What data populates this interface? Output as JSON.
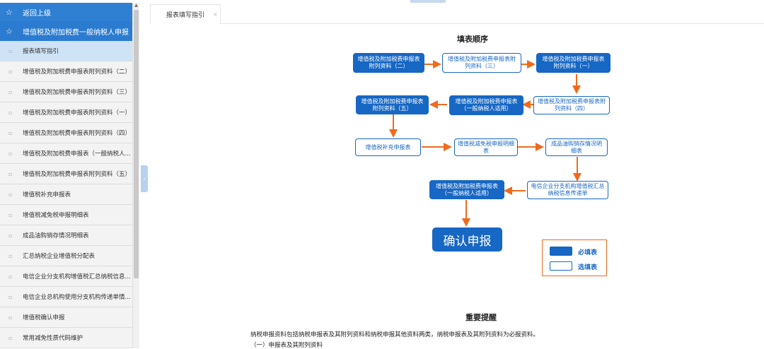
{
  "sidebar": {
    "back_label": "返回上级",
    "section_label": "增值税及附加税费一般纳税人申报",
    "items": [
      "报表填写指引",
      "增值税及附加税费申报表附列资料（二）",
      "增值税及附加税费申报表附列资料（三）",
      "增值税及附加税费申报表附列资料（一）",
      "增值税及附加税费申报表附列资料（四）",
      "增值税及附加税费申报表（一般纳税人...",
      "增值税及附加税费申报表附列资料（五）",
      "增值税补充申报表",
      "增值税减免税申报明细表",
      "成品油购销存情况明细表",
      "汇总纳税企业增值税分配表",
      "电信企业分支机构增值税汇总纳税信息...",
      "电信企业总机构使用分支机构传递单情...",
      "增值税确认申报",
      "常用减免性质代码维护"
    ]
  },
  "tabs": [
    {
      "label": "报表填写指引",
      "close": "×"
    }
  ],
  "flow": {
    "title": "填表顺序",
    "box1": "增值税及附加税费申报表附列资料（二）",
    "box2": "增值税及附加税费申报表附列资料（三）",
    "box3": "增值税及附加税费申报表附列资料（一）",
    "box4": "增值税及附加税费申报表附列资料（五）",
    "box5": "增值税及附加税费申报表（一般纳税人适用）",
    "box6": "增值税及附加税费申报表附列资料（四）",
    "box7": "增值税补充申报表",
    "box8": "增值税减免税申报明细表",
    "box9": "成品油购销存情况明细表",
    "box10": "增值税及附加税费申报表（一般纳税人适用）",
    "box11": "电信企业分支机构增值税汇总纳税信息传递单",
    "confirm": "确认申报",
    "legend_required": "必填表",
    "legend_optional": "选填表"
  },
  "notes": {
    "title": "重要提醒",
    "line1": "纳税申报资料包括纳税申报表及其附列资料和纳税申报其他资料两类，纳税申报表及其附列资料为必报资料。",
    "line2": "（一）申报表及其附列资料"
  },
  "colors": {
    "primary": "#1767c4",
    "sidebar_header": "#2f7fd2",
    "arrow": "#f06a1c",
    "active_item": "#cfe3f6"
  },
  "icons": {
    "back": "star-icon",
    "section": "star-icon",
    "collapse": "chevron-left-icon"
  }
}
